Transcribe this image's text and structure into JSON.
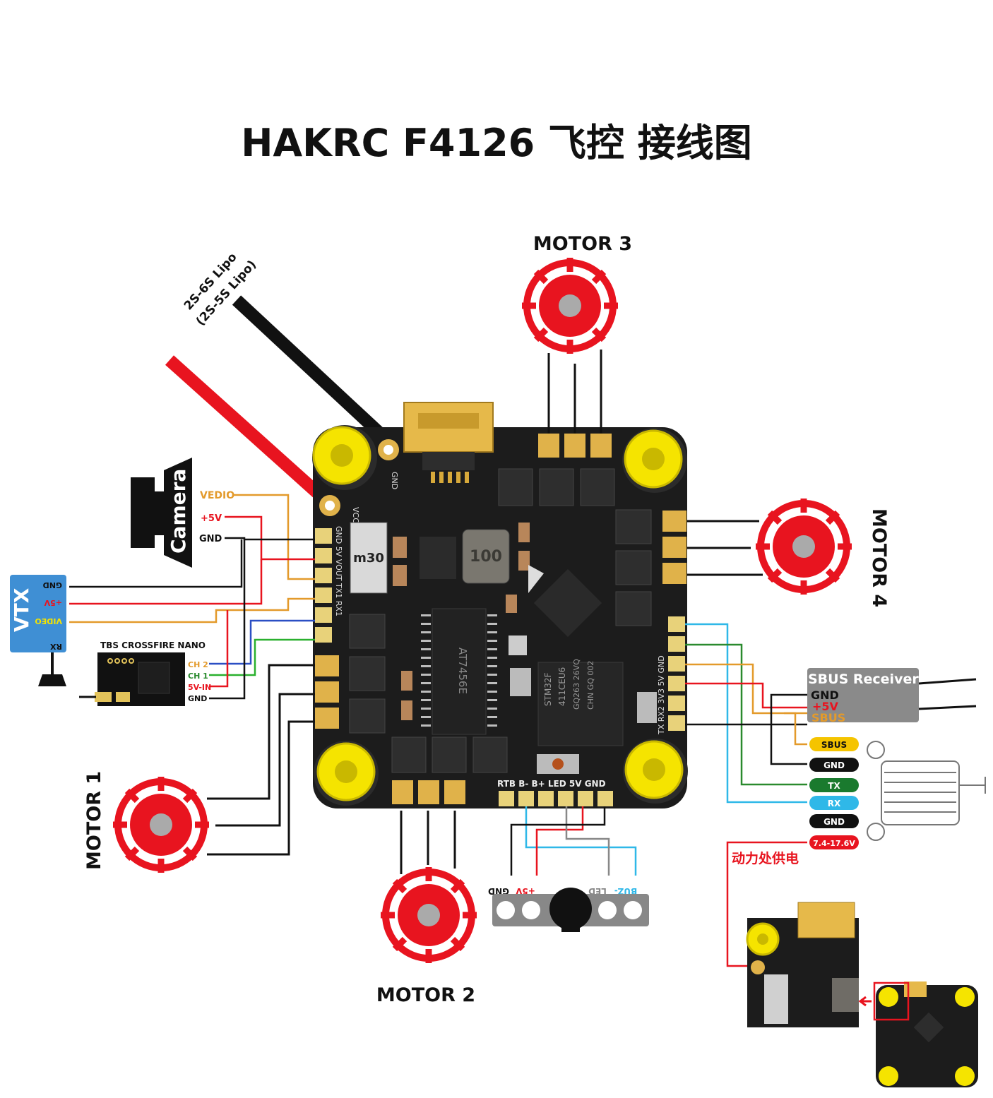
{
  "title": "HAKRC F4126 飞控 接线图",
  "battery": {
    "line1": "2S-6S Lipo",
    "line2": "(2S-5S Lipo)"
  },
  "motors": {
    "m1": "MOTOR 1",
    "m2": "MOTOR 2",
    "m3": "MOTOR 3",
    "m4": "MOTOR 4"
  },
  "camera": {
    "label": "Camera",
    "pins": [
      "VEDIO",
      "+5V",
      "GND"
    ]
  },
  "vtx": {
    "label": "VTX",
    "pins": [
      "GND",
      "+5V",
      "VIDEO",
      "RX"
    ]
  },
  "crossfire": {
    "label": "TBS CROSSFIRE NANO",
    "pins": [
      "CH 2",
      "CH 1",
      "5V-IN",
      "GND"
    ]
  },
  "board": {
    "pad_labels_left": "GND 5V VOUT TX1 RX1",
    "pad_labels_right": "TX RX2 3V3 5V GND",
    "bottom_pads": "RTB B- B+ LED 5V GND",
    "mcu_text": [
      "STM32F",
      "411CEU6",
      "GQ263 26VQ",
      "CHN GQ 002"
    ],
    "aux_text": "AT7456E",
    "inductor_text": "m30",
    "ind2_text": "100",
    "gnd_label": "GND",
    "vcc_label": "VCC"
  },
  "sbus_receiver": {
    "title": "SBUS Receiver",
    "pins": [
      "GND",
      "+5V",
      "SBUS"
    ]
  },
  "dji_pins": [
    "SBUS",
    "GND",
    "TX",
    "RX",
    "GND",
    "7.4-17.6V"
  ],
  "power_note": "动力处供电",
  "buzzer": {
    "labels": [
      "GND",
      "+5V",
      "LED",
      "BUZ-"
    ]
  },
  "colors": {
    "red": "#e8141f",
    "orange": "#e39a2b",
    "blue": "#2fb8e8",
    "green": "#2a8a2e",
    "board": "#1a1a1a",
    "yellow": "#f5e400"
  }
}
